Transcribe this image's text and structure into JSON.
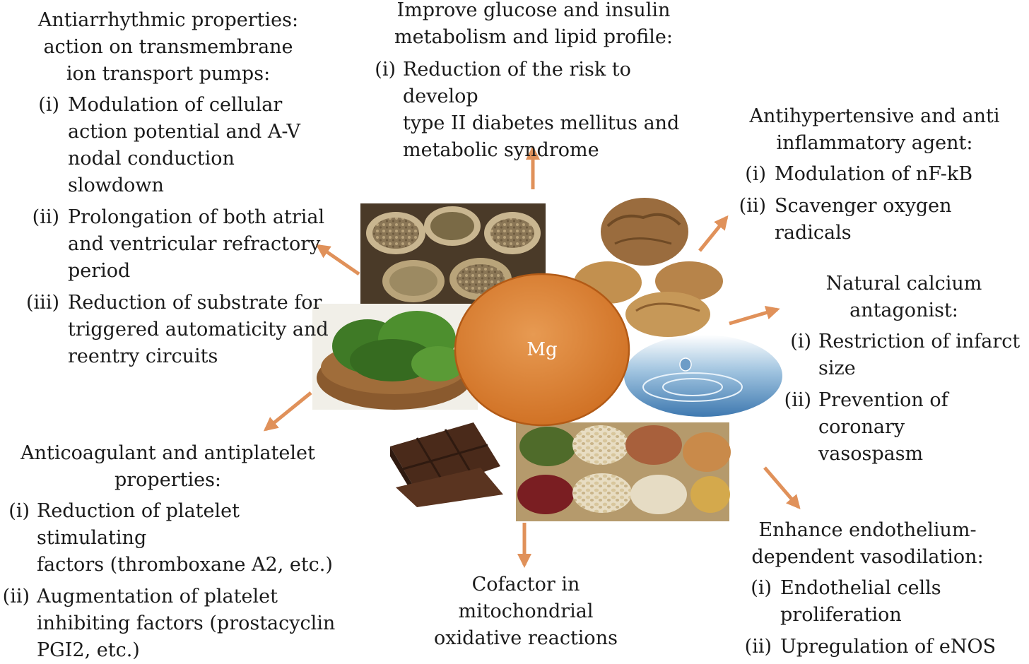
{
  "center": {
    "label": "Mg"
  },
  "colors": {
    "arrow": "#e0915a",
    "center_fill": "#d97a2e",
    "center_stroke": "#b25a16"
  },
  "food_images": [
    {
      "name": "grains-and-seeds-in-sacks"
    },
    {
      "name": "walnuts"
    },
    {
      "name": "spinach-bowl"
    },
    {
      "name": "water-drop"
    },
    {
      "name": "dark-chocolate"
    },
    {
      "name": "beans-and-legumes-in-sacks"
    }
  ],
  "antiarrhythmic": {
    "heading": [
      "Antiarrhythmic properties:",
      "action on transmembrane",
      "ion transport pumps:"
    ],
    "items": [
      {
        "num": "(i)",
        "lines": [
          "Modulation of cellular",
          "action potential and A-V",
          "nodal conduction slowdown"
        ]
      },
      {
        "num": "(ii)",
        "lines": [
          "Prolongation of both atrial",
          "and ventricular refractory",
          "period"
        ]
      },
      {
        "num": "(iii)",
        "lines": [
          "Reduction of substrate for",
          "triggered automaticity and",
          "reentry circuits"
        ]
      }
    ]
  },
  "glucose": {
    "heading": [
      "Improve glucose and insulin",
      "metabolism and lipid profile:"
    ],
    "items": [
      {
        "num": "(i)",
        "lines": [
          "Reduction of the risk to develop",
          "type II diabetes mellitus and",
          "metabolic syndrome"
        ]
      }
    ]
  },
  "antihypertensive": {
    "heading": [
      "Antihypertensive and anti",
      "inflammatory agent:"
    ],
    "items": [
      {
        "num": "(i)",
        "lines": [
          "Modulation of nF-kB"
        ]
      },
      {
        "num": "(ii)",
        "lines": [
          "Scavenger oxygen radicals"
        ]
      }
    ]
  },
  "calcium": {
    "heading": [
      "Natural calcium",
      "antagonist:"
    ],
    "items": [
      {
        "num": "(i)",
        "lines": [
          "Restriction of infarct",
          "size"
        ]
      },
      {
        "num": "(ii)",
        "lines": [
          "Prevention of coronary",
          "vasospasm"
        ]
      }
    ]
  },
  "anticoagulant": {
    "heading": [
      "Anticoagulant and antiplatelet",
      "properties:"
    ],
    "items": [
      {
        "num": "(i)",
        "lines": [
          "Reduction of platelet stimulating",
          "factors (thromboxane A2, etc.)"
        ]
      },
      {
        "num": "(ii)",
        "lines": [
          "Augmentation of platelet",
          "inhibiting factors (prostacyclin",
          "PGI2, etc.)"
        ]
      }
    ]
  },
  "cofactor": {
    "heading": [
      "Cofactor in",
      "mitochondrial",
      "oxidative reactions"
    ]
  },
  "endothelium": {
    "heading": [
      "Enhance endothelium-",
      "dependent vasodilation:"
    ],
    "items": [
      {
        "num": "(i)",
        "lines": [
          "Endothelial cells",
          "proliferation"
        ]
      },
      {
        "num": "(ii)",
        "lines": [
          "Upregulation of eNOS"
        ]
      }
    ]
  }
}
